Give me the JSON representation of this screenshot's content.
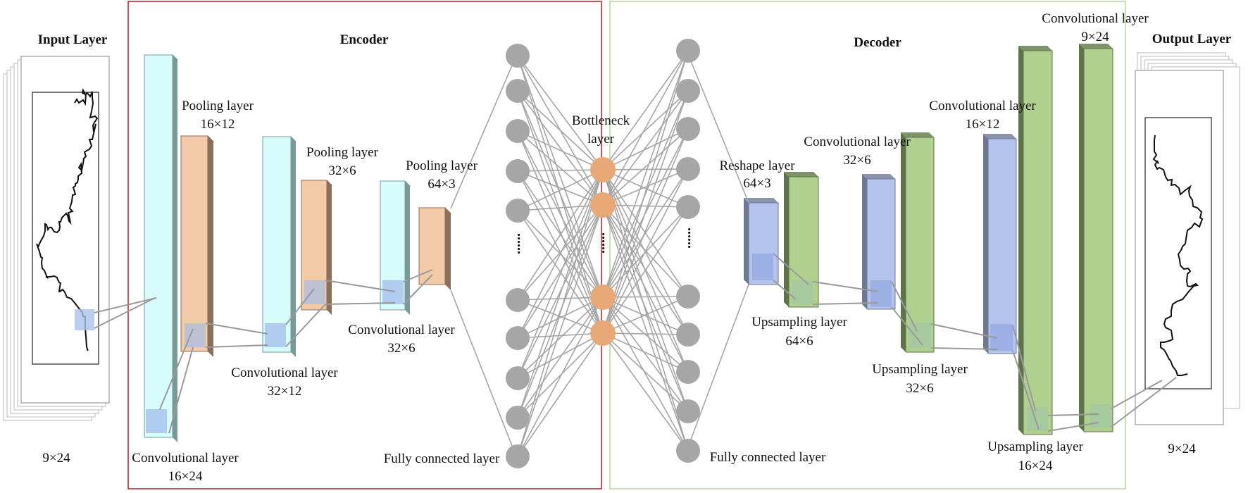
{
  "diagram": {
    "input_title": "Input Layer",
    "input_dim": "9×24",
    "encoder_title": "Encoder",
    "decoder_title": "Decoder",
    "output_title": "Output Layer",
    "output_dim": "9×24",
    "enc_conv1_name": "Convolutional layer",
    "enc_conv1_dim": "16×24",
    "enc_pool1_name": "Pooling layer",
    "enc_pool1_dim": "16×12",
    "enc_conv2_name": "Convolutional layer",
    "enc_conv2_dim": "32×12",
    "enc_pool2_name": "Pooling layer",
    "enc_pool2_dim": "32×6",
    "enc_conv3_name": "Convolutional layer",
    "enc_conv3_dim": "32×6",
    "enc_pool3_name": "Pooling layer",
    "enc_pool3_dim": "64×3",
    "enc_fc_name": "Fully connected layer",
    "bottleneck_line1": "Bottleneck",
    "bottleneck_line2": "layer",
    "ellipsis": "......",
    "dec_fc_name": "Fully connected layer",
    "dec_reshape_name": "Reshape layer",
    "dec_reshape_dim": "64×3",
    "dec_up1_name": "Upsampling layer",
    "dec_up1_dim": "64×6",
    "dec_conv1_name": "Convolutional layer",
    "dec_conv1_dim": "32×6",
    "dec_up2_name": "Upsampling layer",
    "dec_up2_dim": "32×6",
    "dec_conv2_name": "Convolutional layer",
    "dec_conv2_dim": "16×12",
    "dec_up3_name": "Upsampling layer",
    "dec_up3_dim": "16×24",
    "dec_conv3_name": "Convolutional layer",
    "dec_conv3_dim": "9×24"
  },
  "colors": {
    "encoder_border": "#b22222",
    "decoder_border": "#b8d49a",
    "conv_block": "#d6fcfc",
    "pool_block": "#f2caa8",
    "reshape_block": "#b4c4ec",
    "decoder_conv_block": "#b0d090",
    "neuron": "#a6a6a6",
    "bottleneck_neuron": "#e8a878",
    "connection": "#a6a6a6",
    "signal_line": "#111111"
  }
}
